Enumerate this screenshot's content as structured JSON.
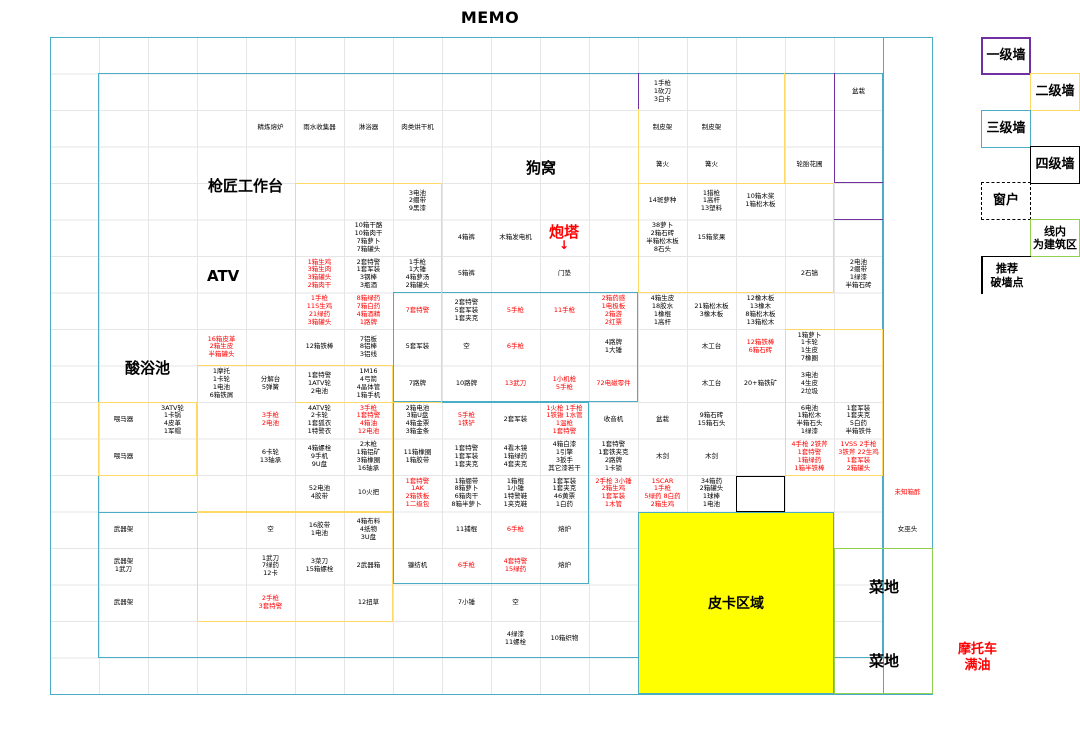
{
  "title": "MEMO",
  "areas": {
    "gunsmith": "枪匠工作台",
    "atv": "ATV",
    "acid": "酸浴池",
    "doghouse": "狗窝",
    "turret": "炮塔",
    "turret_arrow": "↓",
    "pickup": "皮卡区域",
    "veg1": "菜地",
    "veg2": "菜地",
    "moto": "摩托车\n满油"
  },
  "legend": {
    "w1": "一级墙",
    "w2": "二级墙",
    "w3": "三级墙",
    "w4": "四级墙",
    "win": "窗户",
    "inside": "线内\n为建筑区",
    "breach": "推荐\n破墙点"
  },
  "colors": {
    "w1": "#7030a0",
    "w2": "#ffd966",
    "w3": "#4bacc6",
    "w4": "#000000",
    "outer": "#4bacc6",
    "green": "#92d050",
    "pickup": "#ffff00",
    "red": "#ff0000"
  },
  "cells": [
    {
      "c": 12,
      "r": 1,
      "t": "1手枪\n1砍刀\n3白卡"
    },
    {
      "c": 16,
      "r": 1,
      "t": "盆栽"
    },
    {
      "c": 4,
      "r": 2,
      "t": "精炼熔炉"
    },
    {
      "c": 5,
      "r": 2,
      "t": "雨水收集器"
    },
    {
      "c": 6,
      "r": 2,
      "t": "淋浴器"
    },
    {
      "c": 7,
      "r": 2,
      "t": "肉类烘干机"
    },
    {
      "c": 12,
      "r": 2,
      "t": "制皮架"
    },
    {
      "c": 13,
      "r": 2,
      "t": "制皮架"
    },
    {
      "c": 12,
      "r": 3,
      "t": "篝火"
    },
    {
      "c": 13,
      "r": 3,
      "t": "篝火"
    },
    {
      "c": 15,
      "r": 3,
      "t": "轮胎花圃"
    },
    {
      "c": 7,
      "r": 4,
      "t": "3电池\n2绷带\n9黑漆"
    },
    {
      "c": 12,
      "r": 4,
      "t": "14斑萝种"
    },
    {
      "c": 13,
      "r": 4,
      "t": "1猎枪\n1高杆\n13塑料"
    },
    {
      "c": 14,
      "r": 4,
      "t": "10箱木桨\n1箱松木板"
    },
    {
      "c": 6,
      "r": 5,
      "t": "10箱干酪\n10箱肉干\n7箱萝卜\n7箱罐头"
    },
    {
      "c": 8,
      "r": 5,
      "t": "4箱裤"
    },
    {
      "c": 9,
      "r": 5,
      "t": "木箱发电机"
    },
    {
      "c": 12,
      "r": 5,
      "t": "38萝卜\n2箱石砖\n半箱松木板\n8石头"
    },
    {
      "c": 13,
      "r": 5,
      "t": "15箱浆果"
    },
    {
      "c": 5,
      "r": 6,
      "t": "1箱生鸡\n3箱生肉\n3箱罐头\n2箱肉干",
      "red": 1
    },
    {
      "c": 6,
      "r": 6,
      "t": "2套特警\n1套军装\n3钢棒\n3瓶酒"
    },
    {
      "c": 7,
      "r": 6,
      "t": "1手枪\n1大锤\n4箱萝汤\n2箱罐头"
    },
    {
      "c": 8,
      "r": 6,
      "t": "5箱裤"
    },
    {
      "c": 10,
      "r": 6,
      "t": "门垫"
    },
    {
      "c": 15,
      "r": 6,
      "t": "2石镐"
    },
    {
      "c": 16,
      "r": 6,
      "t": "2电池\n2绷带\n1绿漆\n半箱石砖"
    },
    {
      "c": 5,
      "r": 7,
      "t": "1手枪\n11S生鸡\n21绿药\n3箱罐头",
      "red": 1
    },
    {
      "c": 6,
      "r": 7,
      "t": "8箱绿药\n7箱白药\n4箱酒精\n1路牌",
      "red": 1
    },
    {
      "c": 7,
      "r": 7,
      "t": "7套特警",
      "red": 1
    },
    {
      "c": 8,
      "r": 7,
      "t": "2套特警\n5套军装\n1套夹克"
    },
    {
      "c": 9,
      "r": 7,
      "t": "5手枪",
      "red": 1
    },
    {
      "c": 10,
      "r": 7,
      "t": "11手枪",
      "red": 1
    },
    {
      "c": 11,
      "r": 7,
      "t": "2箱药感\n1电极板\n2箱游\n2红票",
      "red": 1
    },
    {
      "c": 12,
      "r": 7,
      "t": "4箱生皮\n18胶水\n1橡棍\n1高杆"
    },
    {
      "c": 13,
      "r": 7,
      "t": "21箱松木板\n3橡木板"
    },
    {
      "c": 14,
      "r": 7,
      "t": "12橡木板\n13橡木\n8箱松木板\n13箱松木"
    },
    {
      "c": 3,
      "r": 8,
      "t": "16箱皮革\n2箱生皮\n半箱罐头",
      "red": 1
    },
    {
      "c": 5,
      "r": 8,
      "t": "12箱铁棒"
    },
    {
      "c": 6,
      "r": 8,
      "t": "7铝板\n8铝棒\n3铝线"
    },
    {
      "c": 7,
      "r": 8,
      "t": "5套军装"
    },
    {
      "c": 8,
      "r": 8,
      "t": "空"
    },
    {
      "c": 9,
      "r": 8,
      "t": "6手枪",
      "red": 1
    },
    {
      "c": 11,
      "r": 8,
      "t": "4路牌\n1大锤"
    },
    {
      "c": 13,
      "r": 8,
      "t": "木工台"
    },
    {
      "c": 14,
      "r": 8,
      "t": "12箱铁棒\n6箱石砖",
      "red": 1
    },
    {
      "c": 15,
      "r": 8,
      "t": "1箱萝卜\n1卡轮\n1生皮\n7橡圈"
    },
    {
      "c": 3,
      "r": 9,
      "t": "1摩托\n1卡轮\n1电池\n6箱铁屑"
    },
    {
      "c": 4,
      "r": 9,
      "t": "分解台\n5弹簧"
    },
    {
      "c": 5,
      "r": 9,
      "t": "1套特警\n1ATV轮\n2电池"
    },
    {
      "c": 6,
      "r": 9,
      "t": "1M16\n4弓箭\n4晶体管\n1箱手机"
    },
    {
      "c": 7,
      "r": 9,
      "t": "7路牌"
    },
    {
      "c": 8,
      "r": 9,
      "t": "10路牌"
    },
    {
      "c": 9,
      "r": 9,
      "t": "13武刀",
      "red": 1
    },
    {
      "c": 10,
      "r": 9,
      "t": "1小机枪\n5手枪",
      "red": 1
    },
    {
      "c": 11,
      "r": 9,
      "t": "72电磁零件",
      "red": 1
    },
    {
      "c": 13,
      "r": 9,
      "t": "木工台"
    },
    {
      "c": 14,
      "r": 9,
      "t": "20+箱铁矿"
    },
    {
      "c": 15,
      "r": 9,
      "t": "3电池\n4生皮\n2垃圾"
    },
    {
      "c": 2,
      "r": 10,
      "t": "3ATV轮\n1卡锅\n4皮革\n1军帽"
    },
    {
      "c": 1,
      "r": 10,
      "t": "喂马器"
    },
    {
      "c": 4,
      "r": 10,
      "t": "3手枪\n2电池",
      "red": 1
    },
    {
      "c": 5,
      "r": 10,
      "t": "4ATV轮\n2卡轮\n1套狐衣\n1特警衣"
    },
    {
      "c": 6,
      "r": 10,
      "t": "3手枪\n1套特警\n4箱油\n12电池",
      "red": 1
    },
    {
      "c": 7,
      "r": 10,
      "t": "2箱电池\n3箱U盘\n4箱金票\n3箱金条"
    },
    {
      "c": 8,
      "r": 10,
      "t": "5手枪\n1铁铲",
      "red": 1
    },
    {
      "c": 9,
      "r": 10,
      "t": "2套军装"
    },
    {
      "c": 10,
      "r": 10,
      "t": "1火枪 1手枪\n1铁锹 1水管\n1温枪\n1套特警",
      "red": 1
    },
    {
      "c": 11,
      "r": 10,
      "t": "收音机"
    },
    {
      "c": 12,
      "r": 10,
      "t": "盆栽"
    },
    {
      "c": 13,
      "r": 10,
      "t": "9箱石砖\n15箱石头"
    },
    {
      "c": 15,
      "r": 10,
      "t": "6电池\n1箱松木\n半箱石头\n1绿漆"
    },
    {
      "c": 16,
      "r": 10,
      "t": "1套军装\n1套夹克\n5白药\n半箱铁件"
    },
    {
      "c": 1,
      "r": 11,
      "t": "喂马器"
    },
    {
      "c": 4,
      "r": 11,
      "t": "6卡轮\n13轴承"
    },
    {
      "c": 5,
      "r": 11,
      "t": "4箱螺栓\n9手机\n9U盘"
    },
    {
      "c": 6,
      "r": 11,
      "t": "2木枪\n1箱铝矿\n3箱橡圈\n16轴承"
    },
    {
      "c": 7,
      "r": 11,
      "t": "11箱橡圈\n1箱胶带"
    },
    {
      "c": 8,
      "r": 11,
      "t": "1套特警\n1套军装\n1套夹克"
    },
    {
      "c": 9,
      "r": 11,
      "t": "4看木镜\n1箱绿药\n4套夹克"
    },
    {
      "c": 10,
      "r": 11,
      "t": "4箱白漆\n1引擎\n3扳手\n其它漆若干"
    },
    {
      "c": 11,
      "r": 11,
      "t": "1套特警\n1套铁夹克\n2路牌\n1卡锁"
    },
    {
      "c": 12,
      "r": 11,
      "t": "木剑"
    },
    {
      "c": 13,
      "r": 11,
      "t": "木剑"
    },
    {
      "c": 15,
      "r": 11,
      "t": "4手枪 2铁斧\n1套特警\n1箱绿药\n1箱半铁棒",
      "red": 1
    },
    {
      "c": 16,
      "r": 11,
      "t": "1VSS 2手枪\n3铁斧 22生鸡\n1套军装\n2箱罐头",
      "red": 1
    },
    {
      "c": 5,
      "r": 12,
      "t": "52电池\n4胶带"
    },
    {
      "c": 6,
      "r": 12,
      "t": "10火把"
    },
    {
      "c": 7,
      "r": 12,
      "t": "1套特警\n1AK\n2箱铁板\n1二级包",
      "red": 1
    },
    {
      "c": 8,
      "r": 12,
      "t": "1箱绷带\n8箱萝卜\n6箱肉干\n8箱半萝卜"
    },
    {
      "c": 9,
      "r": 12,
      "t": "1箱棍\n1小锤\n1特警鞋\n1夹克鞋"
    },
    {
      "c": 10,
      "r": 12,
      "t": "1套军装\n1套夹克\n46黄票\n1白药"
    },
    {
      "c": 11,
      "r": 12,
      "t": "2手枪 3小锤\n2箱生鸡\n1套军装\n1木管",
      "red": 1
    },
    {
      "c": 12,
      "r": 12,
      "t": "1SCAR\n1手枪\n5绿药 8白药\n2箱生鸡",
      "red": 1
    },
    {
      "c": 13,
      "r": 12,
      "t": "34箱药\n2箱罐头\n1球棒\n1电池"
    },
    {
      "c": 17,
      "r": 12,
      "t": "未知箱酢",
      "red": 1
    },
    {
      "c": 1,
      "r": 13,
      "t": "武器架"
    },
    {
      "c": 4,
      "r": 13,
      "t": "空"
    },
    {
      "c": 5,
      "r": 13,
      "t": "16胶带\n1电池"
    },
    {
      "c": 6,
      "r": 13,
      "t": "4箱布料\n4纸物\n3U盘"
    },
    {
      "c": 8,
      "r": 13,
      "t": "11捕棍"
    },
    {
      "c": 9,
      "r": 13,
      "t": "6手枪",
      "red": 1
    },
    {
      "c": 10,
      "r": 13,
      "t": "熔炉"
    },
    {
      "c": 17,
      "r": 13,
      "t": "女巫头"
    },
    {
      "c": 1,
      "r": 14,
      "t": "武器架\n1武刀"
    },
    {
      "c": 4,
      "r": 14,
      "t": "1武刀\n7绿药\n12卡"
    },
    {
      "c": 5,
      "r": 14,
      "t": "3菜刀\n15箱螺栓"
    },
    {
      "c": 6,
      "r": 14,
      "t": "2武器箱"
    },
    {
      "c": 7,
      "r": 14,
      "t": "镰纺机"
    },
    {
      "c": 8,
      "r": 14,
      "t": "6手枪",
      "red": 1
    },
    {
      "c": 9,
      "r": 14,
      "t": "4套特警\n15绿药",
      "red": 1
    },
    {
      "c": 10,
      "r": 14,
      "t": "熔炉"
    },
    {
      "c": 1,
      "r": 15,
      "t": "武器架"
    },
    {
      "c": 4,
      "r": 15,
      "t": "2手枪\n3套特警",
      "red": 1
    },
    {
      "c": 6,
      "r": 15,
      "t": "12扭草"
    },
    {
      "c": 8,
      "r": 15,
      "t": "7小锤"
    },
    {
      "c": 9,
      "r": 15,
      "t": "空"
    },
    {
      "c": 9,
      "r": 16,
      "t": "4绿漆\n11螺栓"
    },
    {
      "c": 10,
      "r": 16,
      "t": "10箱织物"
    }
  ]
}
